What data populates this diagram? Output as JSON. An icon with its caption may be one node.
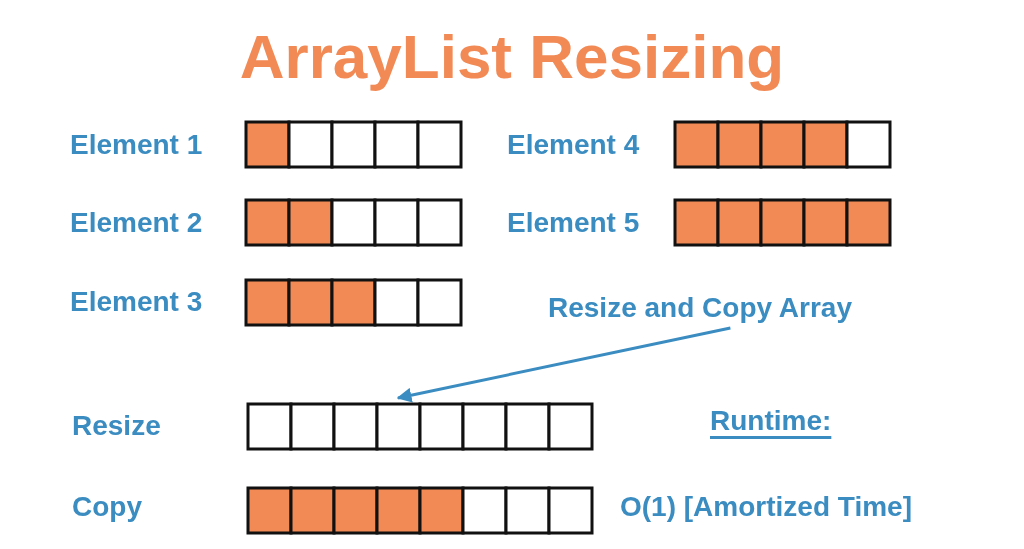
{
  "diagram": {
    "title": "ArrayList Resizing",
    "nodes": [
      {
        "text": [],
        "shape": "box"
      },
      {
        "text": [],
        "shape": "box"
      },
      {
        "text": [],
        "shape": "box"
      },
      {
        "text": [],
        "shape": "box"
      },
      {
        "text": [],
        "shape": "box"
      },
      {
        "text": [
          "Resize and Copy Array"
        ]
      },
      {
        "text": [],
        "shape": "box"
      },
      {
        "text": [],
        "shape": "box"
      }
    ],
    "edges": [
      {
        "from": 5,
        "to": 6,
        "arrow": "to"
      }
    ],
    "labels": [
      "Element 1",
      "Element 4",
      "Element 2",
      "Element 5",
      "Element 3",
      "Resize",
      "Runtime:",
      "Copy",
      "O(1) [Amortized Time]"
    ]
  }
}
